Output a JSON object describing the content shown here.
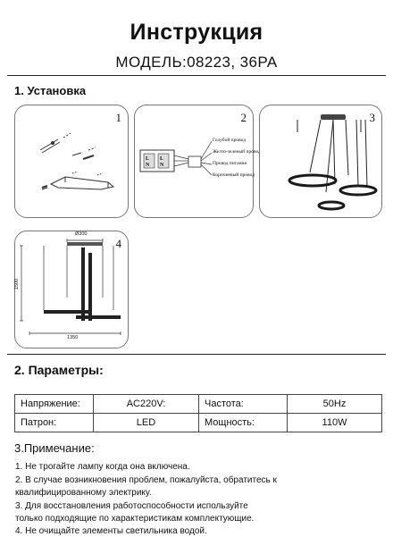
{
  "header": {
    "title": "Инструкция",
    "model": "МОДЕЛЬ:08223, 36PA"
  },
  "section1": {
    "title": "1. Установка",
    "panels": [
      {
        "number": "1"
      },
      {
        "number": "2",
        "wires": [
          "Голубой провод",
          "Желто-зеленый провод",
          "Провод питания",
          "Коричневый провод"
        ],
        "terminal_labels": [
          "L",
          "N",
          "L",
          "N"
        ]
      },
      {
        "number": "3"
      },
      {
        "number": "4",
        "dimensions": {
          "top": "Ø300",
          "height": "1500",
          "width": "1350"
        }
      }
    ]
  },
  "section2": {
    "title": "2. Параметры:",
    "rows": [
      {
        "label1": "Напряжение:",
        "value1": "AC220V:",
        "label2": "Частота:",
        "value2": "50Hz"
      },
      {
        "label1": "Патрон:",
        "value1": "LED",
        "label2": "Мощность:",
        "value2": "110W"
      }
    ]
  },
  "section3": {
    "title": "3.Примечание:",
    "notes": [
      "1. Не трогайте лампу когда она включена.",
      "2. В случае возникновения проблем, пожалуйста, обратитесь к",
      "квалифицированному электрику.",
      "3. Для восстановления работоспособности используйте",
      "только подходящие по характеристикам комплектующие.",
      "4. Не очищайте элементы светильника водой."
    ]
  },
  "colors": {
    "text": "#111111",
    "rule": "#222222",
    "panel_border": "#777777",
    "wire_blue": "#3b6ab0"
  }
}
